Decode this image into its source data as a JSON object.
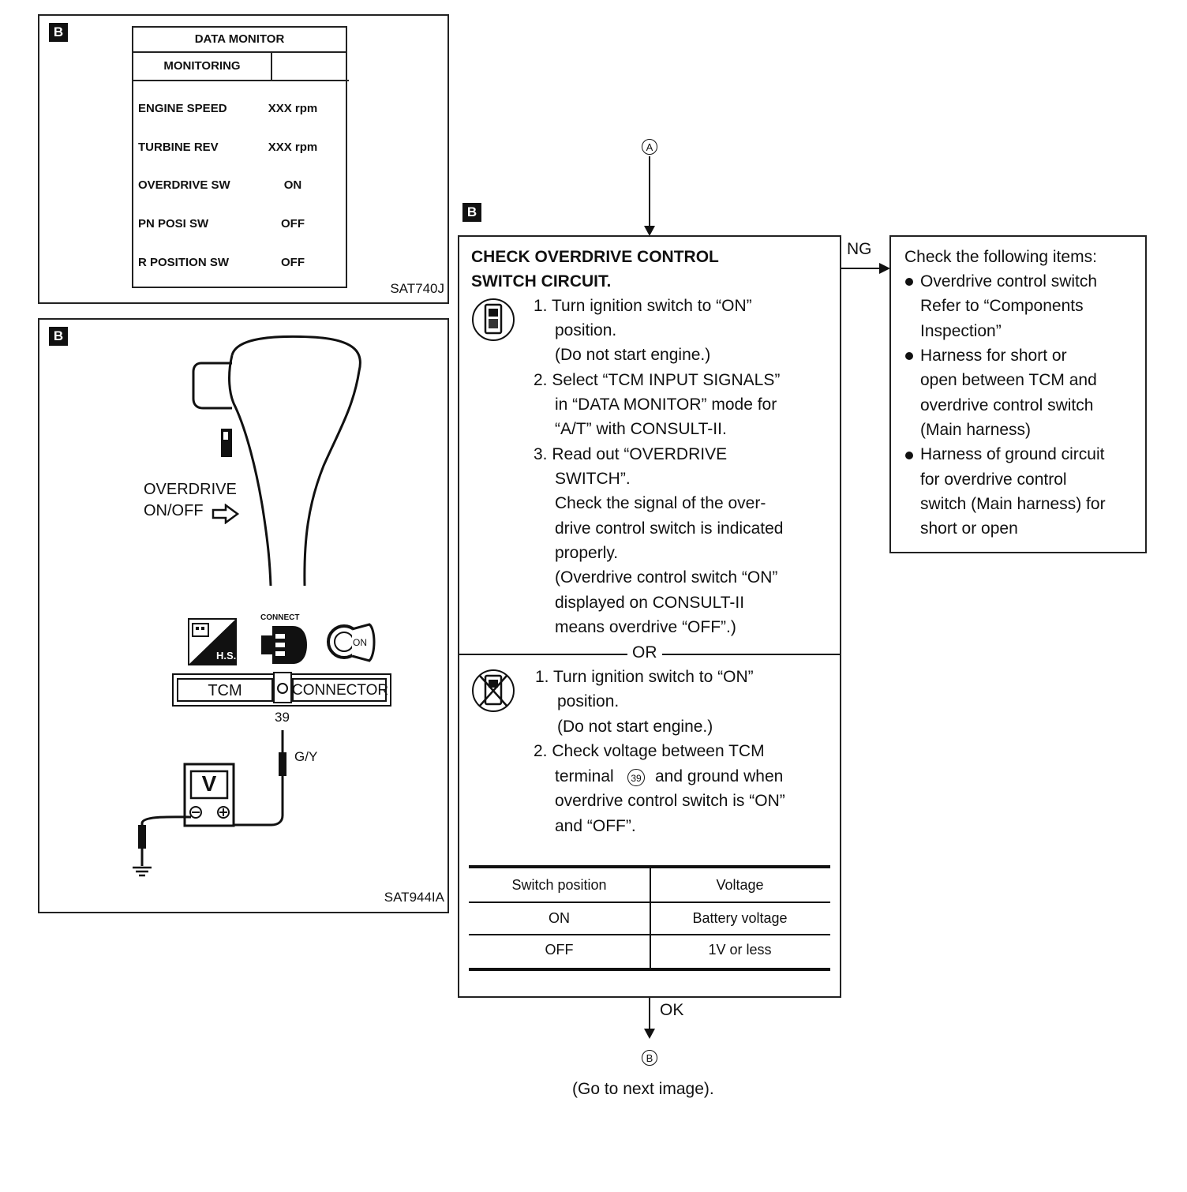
{
  "section_tag": "B",
  "monitor_panel": {
    "title": "DATA MONITOR",
    "subtitle": "MONITORING",
    "rows": [
      {
        "label": "ENGINE SPEED",
        "value": "XXX rpm"
      },
      {
        "label": "TURBINE REV",
        "value": "XXX rpm"
      },
      {
        "label": "OVERDRIVE SW",
        "value": "ON"
      },
      {
        "label": "PN POSI SW",
        "value": "OFF"
      },
      {
        "label": "R POSITION SW",
        "value": "OFF"
      }
    ],
    "code": "SAT740J"
  },
  "switch_panel": {
    "overdrive_label_1": "OVERDRIVE",
    "overdrive_label_2": "ON/OFF",
    "hs_label": "H.S.",
    "connect_label": "CONNECT",
    "key_label": "ON",
    "tcm_label": "TCM",
    "connector_label": "CONNECTOR",
    "terminal": "39",
    "wire_color": "G/Y",
    "meter_label": "V",
    "code": "SAT944IA"
  },
  "flow": {
    "start_marker": "A",
    "end_marker": "B",
    "ng_label": "NG",
    "ok_label": "OK",
    "next_note": "(Go to next image).",
    "check_title": [
      "CHECK OVERDRIVE CONTROL",
      "SWITCH CIRCUIT."
    ],
    "consult_steps": [
      "1. Turn ignition switch to “ON”",
      "position.",
      "(Do not start engine.)",
      "2. Select “TCM INPUT SIGNALS”",
      "in “DATA MONITOR” mode for",
      "“A/T” with CONSULT-II.",
      "3. Read out “OVERDRIVE",
      "SWITCH”.",
      "Check the signal of the over-",
      "drive control switch is indicated",
      "properly.",
      "(Overdrive control switch “ON”",
      "displayed on CONSULT-II",
      "means overdrive “OFF”.)"
    ],
    "or_label": "OR",
    "manual_steps": [
      "1. Turn ignition switch to “ON”",
      "position.",
      "(Do not start engine.)",
      "2. Check voltage between TCM",
      "terminal",
      "and ground when",
      "overdrive control switch is “ON”",
      "and “OFF”."
    ],
    "terminal_circle": "39",
    "table": {
      "headers": [
        "Switch position",
        "Voltage"
      ],
      "rows": [
        [
          "ON",
          "Battery voltage"
        ],
        [
          "OFF",
          "1V or less"
        ]
      ]
    },
    "ng_box": {
      "title": "Check the following items:",
      "items": [
        [
          "Overdrive control switch",
          "Refer to “Components",
          "Inspection”"
        ],
        [
          "Harness for short or",
          "open between TCM and",
          "overdrive control switch",
          "(Main harness)"
        ],
        [
          "Harness of ground circuit",
          "for overdrive control",
          "switch (Main harness) for",
          "short or open"
        ]
      ]
    }
  }
}
